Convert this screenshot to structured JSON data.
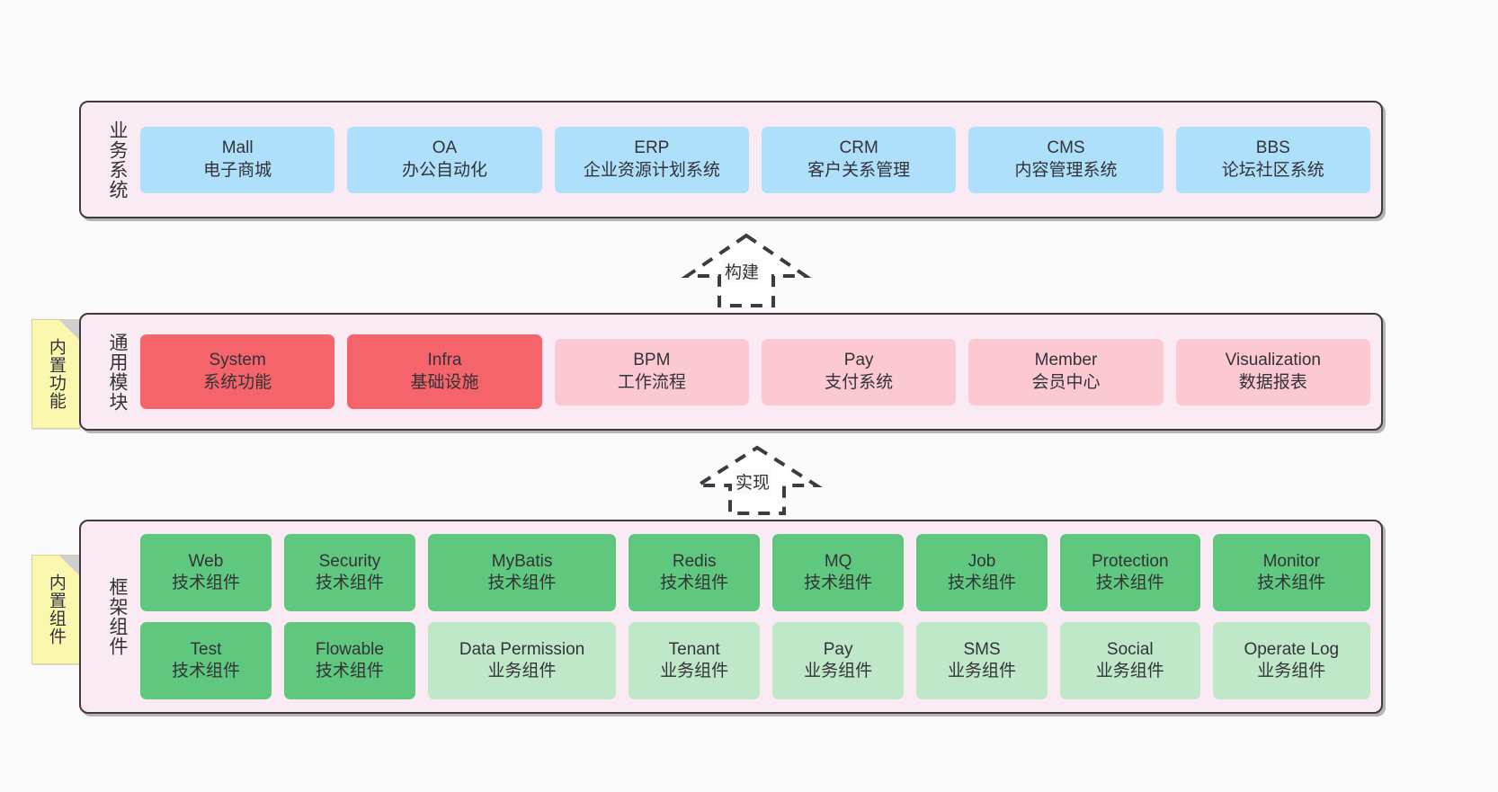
{
  "diagram": {
    "background_color": "#fafafa",
    "layer_fill": "#f9eaf4",
    "layer_border": "#3d3a43"
  },
  "layers": [
    {
      "id": "business-system",
      "title": "业务系统",
      "cards": [
        {
          "name": "Mall",
          "sub": "电子商城",
          "color": "#aee0fb"
        },
        {
          "name": "OA",
          "sub": "办公自动化",
          "color": "#aee0fb"
        },
        {
          "name": "ERP",
          "sub": "企业资源计划系统",
          "color": "#aee0fb"
        },
        {
          "name": "CRM",
          "sub": "客户关系管理",
          "color": "#aee0fb"
        },
        {
          "name": "CMS",
          "sub": "内容管理系统",
          "color": "#aee0fb"
        },
        {
          "name": "BBS",
          "sub": "论坛社区系统",
          "color": "#aee0fb"
        }
      ]
    },
    {
      "id": "common-module",
      "title": "通用模块",
      "note": "内置功能",
      "cards": [
        {
          "name": "System",
          "sub": "系统功能",
          "color": "#f4646a"
        },
        {
          "name": "Infra",
          "sub": "基础设施",
          "color": "#f4646a"
        },
        {
          "name": "BPM",
          "sub": "工作流程",
          "color": "#fcc9d2"
        },
        {
          "name": "Pay",
          "sub": "支付系统",
          "color": "#fcc9d2"
        },
        {
          "name": "Member",
          "sub": "会员中心",
          "color": "#fcc9d2"
        },
        {
          "name": "Visualization",
          "sub": "数据报表",
          "color": "#fcc9d2"
        }
      ]
    },
    {
      "id": "framework-component",
      "title": "框架组件",
      "note": "内置组件",
      "columns": [
        {
          "top": {
            "name": "Web",
            "sub": "技术组件",
            "color": "#5fc87e"
          },
          "bottom": {
            "name": "Test",
            "sub": "技术组件",
            "color": "#5fc87e"
          }
        },
        {
          "top": {
            "name": "Security",
            "sub": "技术组件",
            "color": "#5fc87e"
          },
          "bottom": {
            "name": "Flowable",
            "sub": "技术组件",
            "color": "#5fc87e"
          }
        },
        {
          "top": {
            "name": "MyBatis",
            "sub": "技术组件",
            "color": "#5fc87e"
          },
          "bottom": {
            "name": "Data Permission",
            "sub": "业务组件",
            "color": "#bfe8c8"
          }
        },
        {
          "top": {
            "name": "Redis",
            "sub": "技术组件",
            "color": "#5fc87e"
          },
          "bottom": {
            "name": "Tenant",
            "sub": "业务组件",
            "color": "#bfe8c8"
          }
        },
        {
          "top": {
            "name": "MQ",
            "sub": "技术组件",
            "color": "#5fc87e"
          },
          "bottom": {
            "name": "Pay",
            "sub": "业务组件",
            "color": "#bfe8c8"
          }
        },
        {
          "top": {
            "name": "Job",
            "sub": "技术组件",
            "color": "#5fc87e"
          },
          "bottom": {
            "name": "SMS",
            "sub": "业务组件",
            "color": "#bfe8c8"
          }
        },
        {
          "top": {
            "name": "Protection",
            "sub": "技术组件",
            "color": "#5fc87e"
          },
          "bottom": {
            "name": "Social",
            "sub": "业务组件",
            "color": "#bfe8c8"
          }
        },
        {
          "top": {
            "name": "Monitor",
            "sub": "技术组件",
            "color": "#5fc87e"
          },
          "bottom": {
            "name": "Operate Log",
            "sub": "业务组件",
            "color": "#bfe8c8"
          }
        }
      ]
    }
  ],
  "connectors": [
    {
      "id": "build",
      "label": "构建",
      "from": "common-module",
      "to": "business-system"
    },
    {
      "id": "implement",
      "label": "实现",
      "from": "framework-component",
      "to": "common-module"
    }
  ]
}
